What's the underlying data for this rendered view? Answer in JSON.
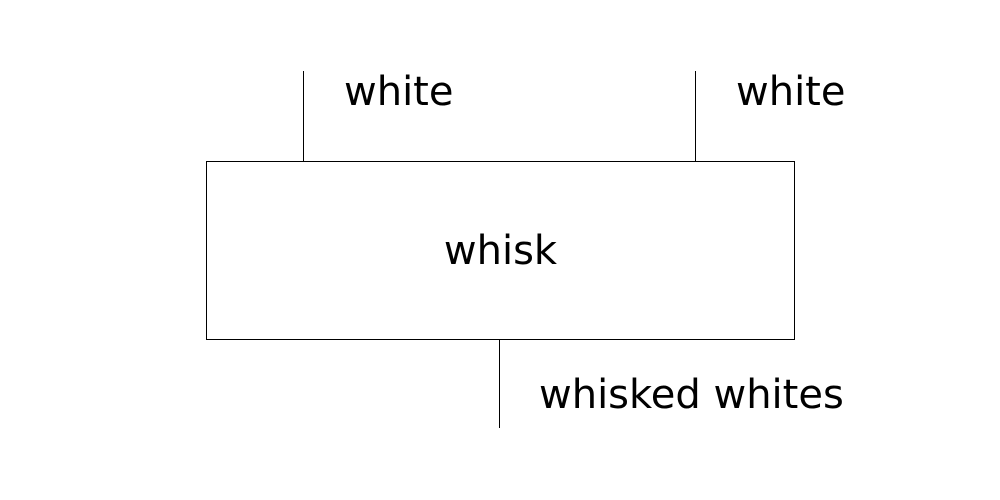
{
  "diagram": {
    "box_label": "whisk",
    "inputs": [
      {
        "label": "white"
      },
      {
        "label": "white"
      }
    ],
    "output": {
      "label": "whisked whites"
    }
  },
  "colors": {
    "stroke": "#000000",
    "background": "#ffffff"
  }
}
